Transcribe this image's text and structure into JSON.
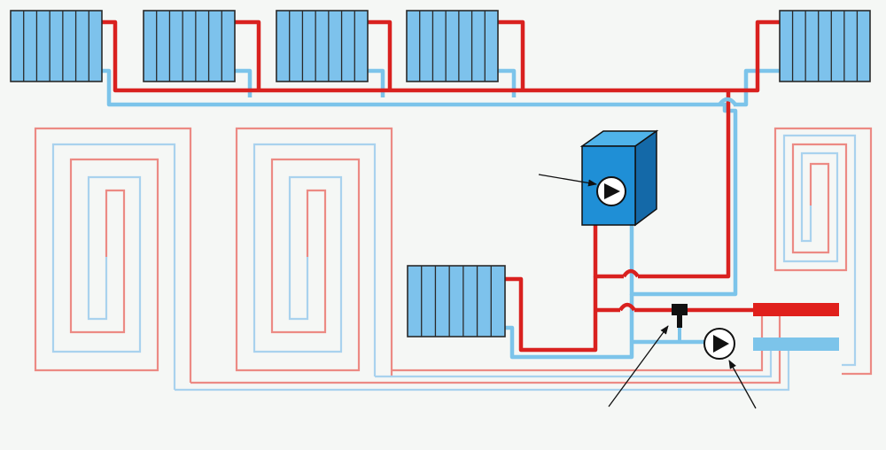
{
  "diagram": {
    "colors": {
      "background": "#f5f7f5",
      "supply_pipe": "#d9211f",
      "return_pipe": "#7cc4ea",
      "floor_supply": "#ec8a84",
      "floor_return": "#a9d2ee",
      "radiator_fill": "#7dc2ec",
      "radiator_outline": "#2a2a2a",
      "boiler_front": "#1f8fd6",
      "boiler_top": "#4fb3ea",
      "boiler_side": "#1469a8",
      "pump_fill": "#ffffff",
      "manifold_supply": "#e0201c",
      "manifold_return": "#7cc4ea"
    },
    "components": {
      "panel_radiators": 6,
      "underfloor_loops": 3,
      "boiler_with_pump": 1,
      "circulation_pumps": 1,
      "mixing_valve": 1,
      "manifolds": 2
    },
    "callout_arrows": 3
  }
}
